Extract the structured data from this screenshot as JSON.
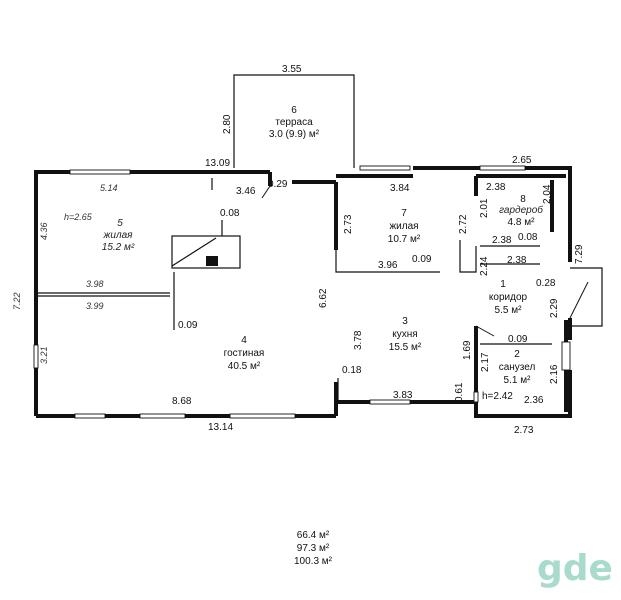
{
  "rooms": [
    {
      "number": "1",
      "name": "коридор",
      "area": "5.5 м²"
    },
    {
      "number": "2",
      "name": "санузел",
      "area": "5.1 м²"
    },
    {
      "number": "3",
      "name": "кухня",
      "area": "15.5 м²"
    },
    {
      "number": "4",
      "name": "гостиная",
      "area": "40.5 м²"
    },
    {
      "number": "5",
      "name": "жилая",
      "area": "15.2 м²"
    },
    {
      "number": "6",
      "name": "терраса",
      "area": "3.0 (9.9) м²"
    },
    {
      "number": "7",
      "name": "жилая",
      "area": "10.7 м²"
    },
    {
      "number": "8",
      "name": "гардероб",
      "area": "4.8 м²"
    }
  ],
  "heights": {
    "main": "h=2.65",
    "bath": "h=2.42"
  },
  "dims": {
    "terrace_top": "3.55",
    "terrace_side": "2.80",
    "top_left": "13.09",
    "top_right": "2.65",
    "room5_width": "5.14",
    "room5_depth": "4.36",
    "gap": "3.46",
    "wall_029": "0.29",
    "room7_width": "3.84",
    "room7_left": "2.73",
    "room7_right": "2.72",
    "room7_bottom": "3.96",
    "room7_009": "0.09",
    "room8_width": "2.38",
    "room8_right": "2.04",
    "room8_left": "2.01",
    "room8_bottom": "2.38",
    "room8_008": "0.08",
    "room8_under": "2.38",
    "corr_224": "2.24",
    "corr_028": "0.28",
    "ext_729": "7.29",
    "corr_229": "2.29",
    "bath_009": "0.09",
    "bath_217": "2.17",
    "bath_216": "2.16",
    "bath_236": "2.36",
    "chimney_008": "0.08",
    "wall_398": "3.98",
    "wall_399": "3.99",
    "wall_009b": "0.09",
    "left_722": "7.22",
    "left_321": "3.21",
    "kitchen_662": "6.62",
    "kitchen_378": "3.78",
    "kitchen_169": "1.69",
    "kitchen_061": "0.61",
    "kitchen_018": "0.18",
    "kitchen_383": "3.83",
    "bottom_868": "8.68",
    "bottom_1314": "13.14",
    "bottom_273": "2.73"
  },
  "totals": {
    "line1": "66.4 м²",
    "line2": "97.3 м²",
    "line3": "100.3 м²"
  },
  "watermark": "gde"
}
